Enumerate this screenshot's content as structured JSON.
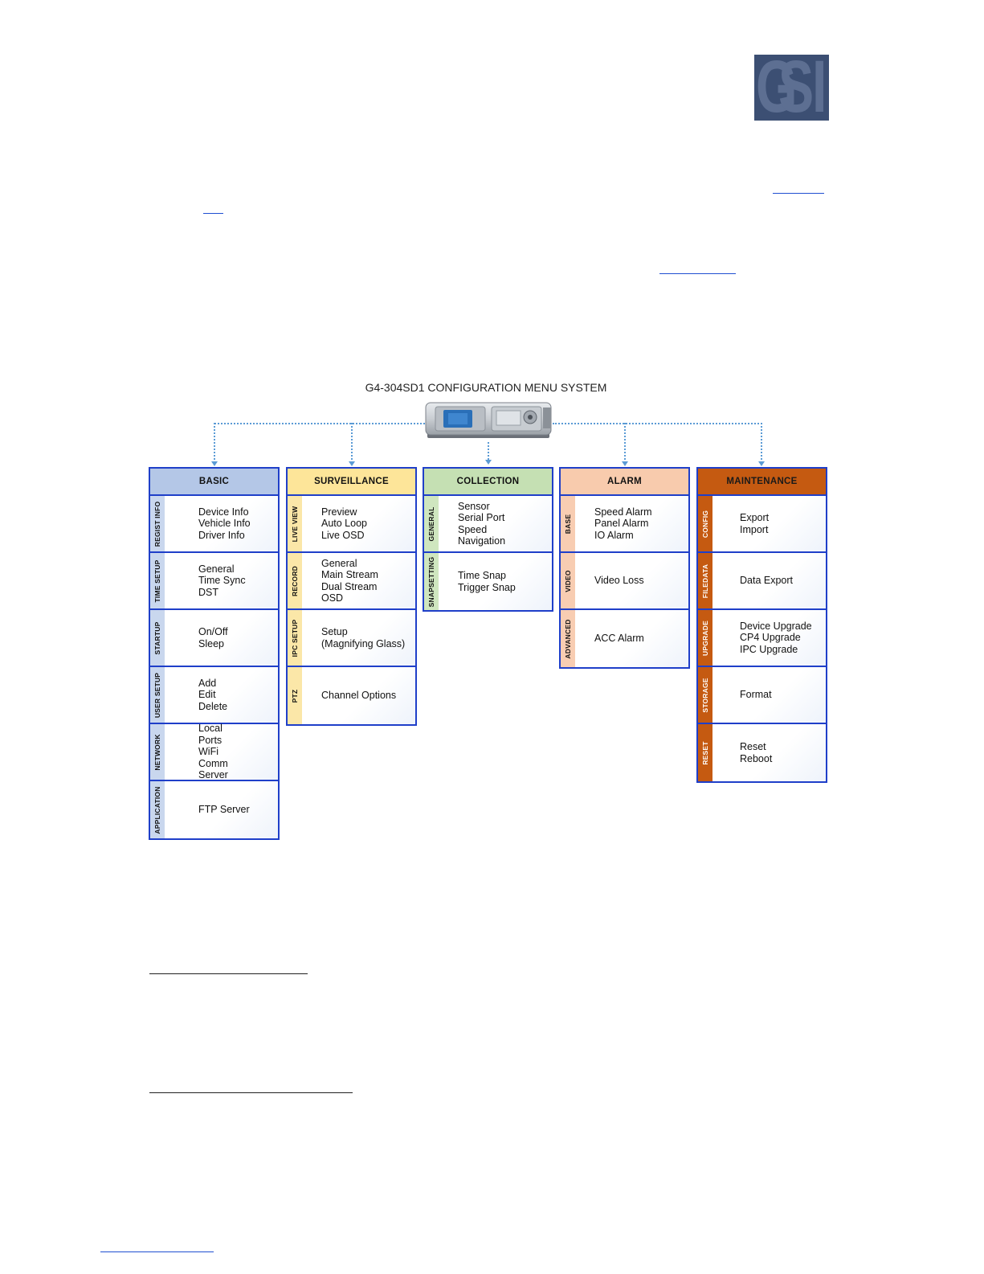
{
  "logo_text": "GSI",
  "diagram": {
    "title": "G4-304SD1 CONFIGURATION MENU SYSTEM",
    "columns": [
      {
        "title": "BASIC",
        "sections": [
          {
            "label": "REGIST INFO",
            "items": [
              "Device Info",
              "Vehicle Info",
              "Driver Info"
            ]
          },
          {
            "label": "TIME SETUP",
            "items": [
              "General",
              "Time Sync",
              "DST"
            ]
          },
          {
            "label": "STARTUP",
            "items": [
              "On/Off",
              "Sleep"
            ]
          },
          {
            "label": "USER SETUP",
            "items": [
              "Add",
              "Edit",
              "Delete"
            ]
          },
          {
            "label": "NETWORK",
            "items": [
              "Local",
              "Ports",
              "WiFi",
              "Comm",
              "Server"
            ]
          },
          {
            "label": "APPLICATION",
            "items": [
              "FTP Server"
            ]
          }
        ]
      },
      {
        "title": "SURVEILLANCE",
        "sections": [
          {
            "label": "LIVE VIEW",
            "items": [
              "Preview",
              "Auto Loop",
              "Live OSD"
            ]
          },
          {
            "label": "RECORD",
            "items": [
              "General",
              "Main Stream",
              "Dual Stream",
              "OSD"
            ]
          },
          {
            "label": "IPC SETUP",
            "items": [
              "Setup",
              "(Magnifying Glass)"
            ]
          },
          {
            "label": "PTZ",
            "items": [
              "Channel Options"
            ]
          }
        ]
      },
      {
        "title": "COLLECTION",
        "sections": [
          {
            "label": "GENERAL",
            "items": [
              "Sensor",
              "Serial Port",
              "Speed",
              "Navigation"
            ]
          },
          {
            "label": "SNAPSETTING",
            "items": [
              "Time Snap",
              "Trigger Snap"
            ]
          }
        ]
      },
      {
        "title": "ALARM",
        "sections": [
          {
            "label": "BASE",
            "items": [
              "Speed Alarm",
              "Panel Alarm",
              "IO Alarm"
            ]
          },
          {
            "label": "VIDEO",
            "items": [
              "Video Loss"
            ]
          },
          {
            "label": "ADVANCED",
            "items": [
              "ACC Alarm"
            ]
          }
        ]
      },
      {
        "title": "MAINTENANCE",
        "sections": [
          {
            "label": "CONFIG",
            "items": [
              "Export",
              "Import"
            ]
          },
          {
            "label": "FILEDATA",
            "items": [
              "Data Export"
            ]
          },
          {
            "label": "UPGRADE",
            "items": [
              "Device Upgrade",
              "CP4 Upgrade",
              "IPC Upgrade"
            ]
          },
          {
            "label": "STORAGE",
            "items": [
              "Format"
            ]
          },
          {
            "label": "RESET",
            "items": [
              "Reset",
              "Reboot"
            ]
          }
        ]
      }
    ]
  },
  "colors": {
    "border": "#1f3fc9",
    "connector": "#5b9bd5",
    "basic": "#b4c7e7",
    "surveillance": "#fde599",
    "collection": "#c5e0b3",
    "alarm": "#f8cbad",
    "maintenance": "#c55a11"
  }
}
